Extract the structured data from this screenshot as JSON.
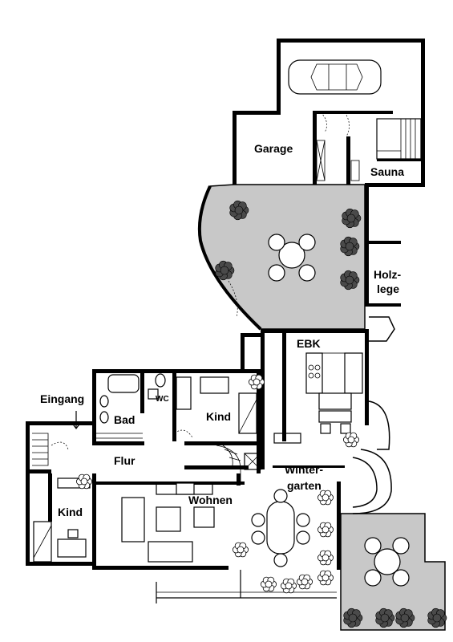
{
  "rooms": {
    "garage": "Garage",
    "sauna": "Sauna",
    "holzlege_1": "Holz-",
    "holzlege_2": "lege",
    "ebk": "EBK",
    "eingang": "Eingang",
    "bad": "Bad",
    "wc": "WC",
    "kind_top": "Kind",
    "kind_bottom": "Kind",
    "flur": "Flur",
    "wohnen": "Wohnen",
    "wintergarten_1": "Winter-",
    "wintergarten_2": "garten"
  },
  "colors": {
    "wall": "#000000",
    "terrace_fill": "#c8c8c8",
    "background": "#ffffff"
  },
  "icons": [
    "car-icon",
    "garden-table-icon",
    "dining-table-icon",
    "plant-icon",
    "bathtub-icon",
    "toilet-icon",
    "sofa-icon",
    "bed-icon",
    "stairs-icon",
    "stove-icon",
    "entrance-arrow-icon"
  ]
}
